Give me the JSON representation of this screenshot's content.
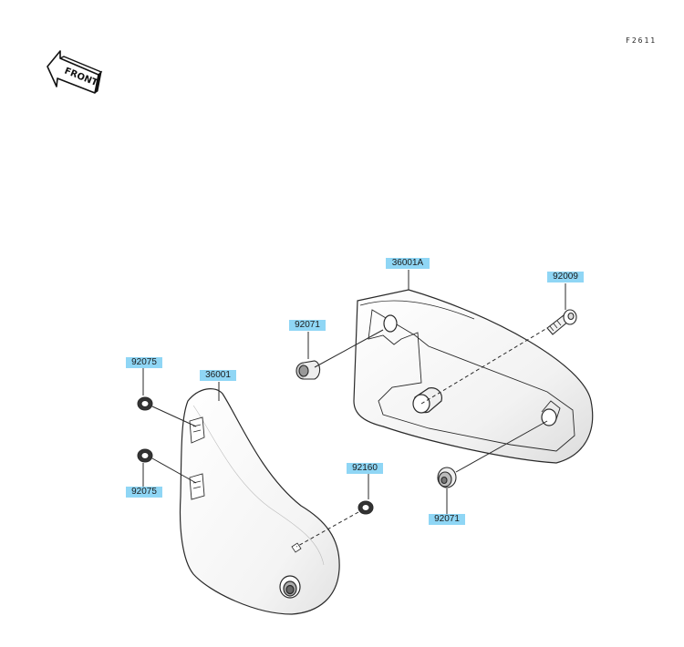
{
  "figure_code": "F2611",
  "front_label": "FRONT",
  "colors": {
    "tag_fill": "#8fd6f5",
    "line": "#2a2a2a",
    "part_fill": "#ffffff"
  },
  "parts": [
    {
      "ref": "36001A"
    },
    {
      "ref": "92009"
    },
    {
      "ref": "92071"
    },
    {
      "ref": "92075"
    },
    {
      "ref": "36001"
    },
    {
      "ref": "92075"
    },
    {
      "ref": "92160"
    },
    {
      "ref": "92071"
    }
  ]
}
